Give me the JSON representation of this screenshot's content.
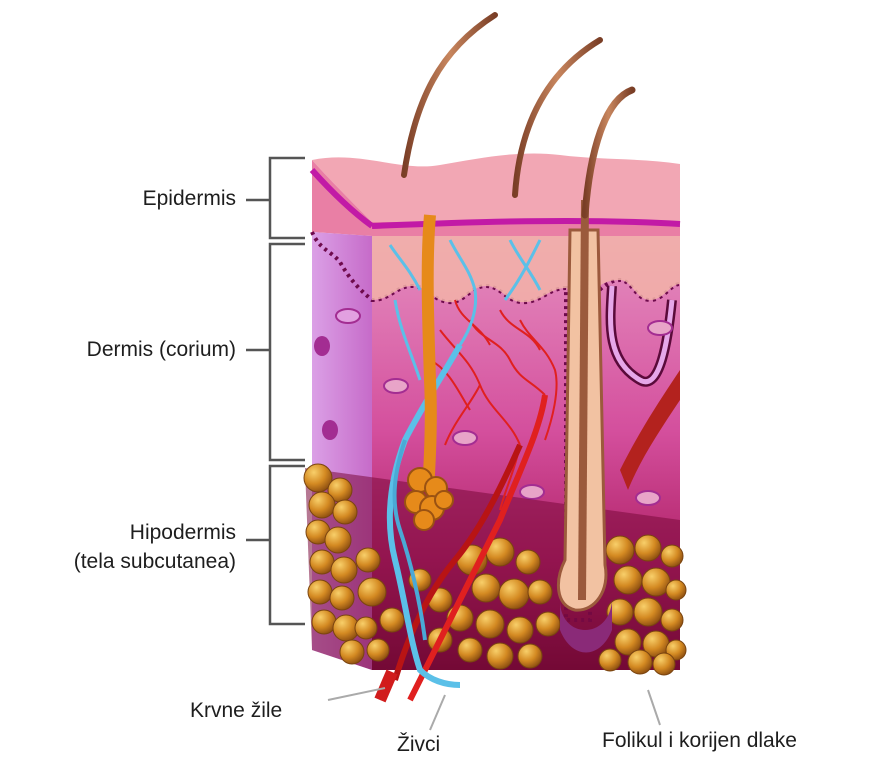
{
  "labels": {
    "epidermis": "Epidermis",
    "dermis": "Dermis (corium)",
    "hypodermis_line1": "Hipodermis",
    "hypodermis_line2": "(tela subcutanea)",
    "blood_vessels": "Krvne žile",
    "nerves": "Živci",
    "hair_follicle": "Folikul i korijen dlake"
  },
  "colors": {
    "epidermis_top": "#f2a7b4",
    "epidermis_front": "#e97fa5",
    "basal_line": "#c21aa6",
    "dermis": "#d24c9a",
    "dermis_light": "#e9a6dc",
    "hypodermis_base": "#7a0a3a",
    "fat_cell": "#d98a22",
    "fat_cell_highlight": "#f6c35a",
    "hair": "#9b5a3c",
    "nerve": "#5bc0e8",
    "blood_vessel": "#e0201f",
    "sebaceous": "#e68a1a",
    "bracket": "#555555"
  }
}
